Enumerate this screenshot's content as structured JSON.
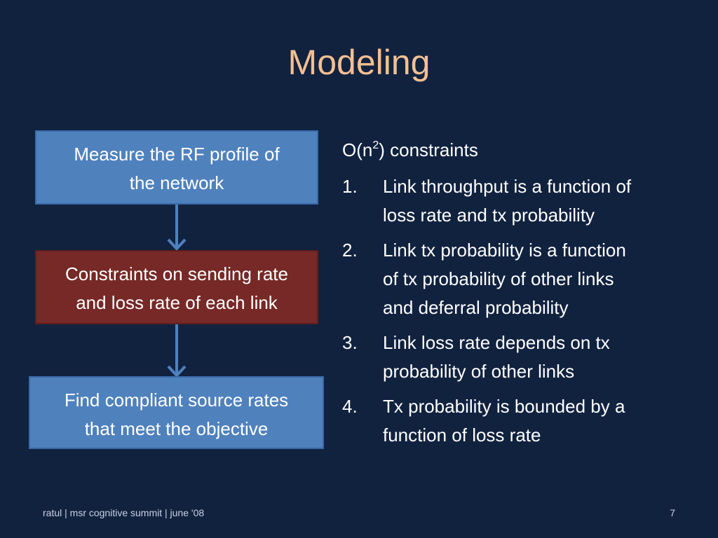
{
  "slide": {
    "title": "Modeling",
    "footer": "ratul | msr cognitive summit | june '08",
    "page_number": "7"
  },
  "flow": {
    "boxes": [
      {
        "lines": [
          "Measure the RF profile of",
          "the network"
        ],
        "color": "#4f81bd"
      },
      {
        "lines": [
          "Constraints on sending rate",
          "and loss rate of each link"
        ],
        "color": "#762926"
      },
      {
        "lines": [
          "Find compliant source rates",
          "that meet the objective"
        ],
        "color": "#4f81bd"
      }
    ],
    "arrow_color": "#4f81bd"
  },
  "constraints": {
    "heading_prefix": "O(n",
    "heading_sup": "2",
    "heading_suffix": ") constraints",
    "items": [
      {
        "num": "1.",
        "lines": [
          "Link throughput is a function of",
          "loss rate and  tx probability"
        ]
      },
      {
        "num": "2.",
        "lines": [
          "Link tx probability is a function",
          "of  tx probability of other links",
          "and deferral probability"
        ]
      },
      {
        "num": "3.",
        "lines": [
          "Link loss rate depends on tx",
          "probability of other links"
        ]
      },
      {
        "num": "4.",
        "lines": [
          "Tx probability is bounded by a",
          "function of loss rate"
        ]
      }
    ]
  },
  "theme": {
    "background": "#11223f",
    "title_color": "#f4bf91"
  }
}
